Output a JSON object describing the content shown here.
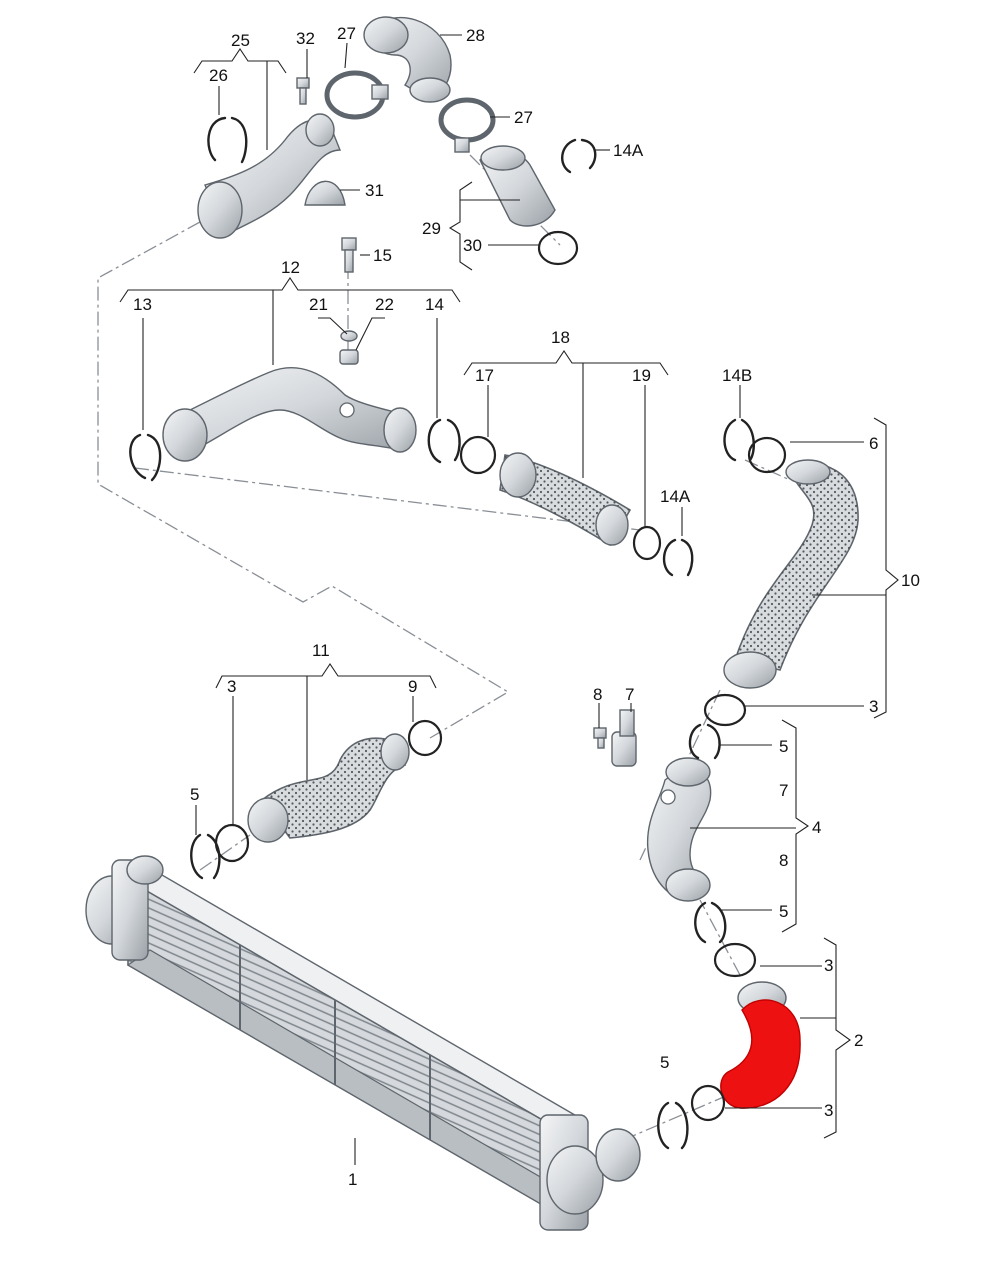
{
  "diagram": {
    "callouts": {
      "c1": "1",
      "c2": "2",
      "c3a": "3",
      "c3b": "3",
      "c3c": "3",
      "c3d": "3",
      "c4": "4",
      "c5a": "5",
      "c5b": "5",
      "c5c": "5",
      "c5d": "5",
      "c6": "6",
      "c7a": "7",
      "c7b": "7",
      "c8a": "8",
      "c8b": "8",
      "c9": "9",
      "c10": "10",
      "c11": "11",
      "c12": "12",
      "c13": "13",
      "c14": "14",
      "c14a1": "14A",
      "c14a2": "14A",
      "c14b": "14B",
      "c15": "15",
      "c17": "17",
      "c18": "18",
      "c19": "19",
      "c21": "21",
      "c22": "22",
      "c25": "25",
      "c26": "26",
      "c27a": "27",
      "c27b": "27",
      "c28": "28",
      "c29": "29",
      "c30": "30",
      "c31": "31",
      "c32": "32"
    },
    "colors": {
      "highlight": "#ee1111",
      "metal_light": "#e9ebed",
      "metal_dark": "#a9aeb4",
      "line": "#222222",
      "dash": "#8a8f96"
    }
  }
}
